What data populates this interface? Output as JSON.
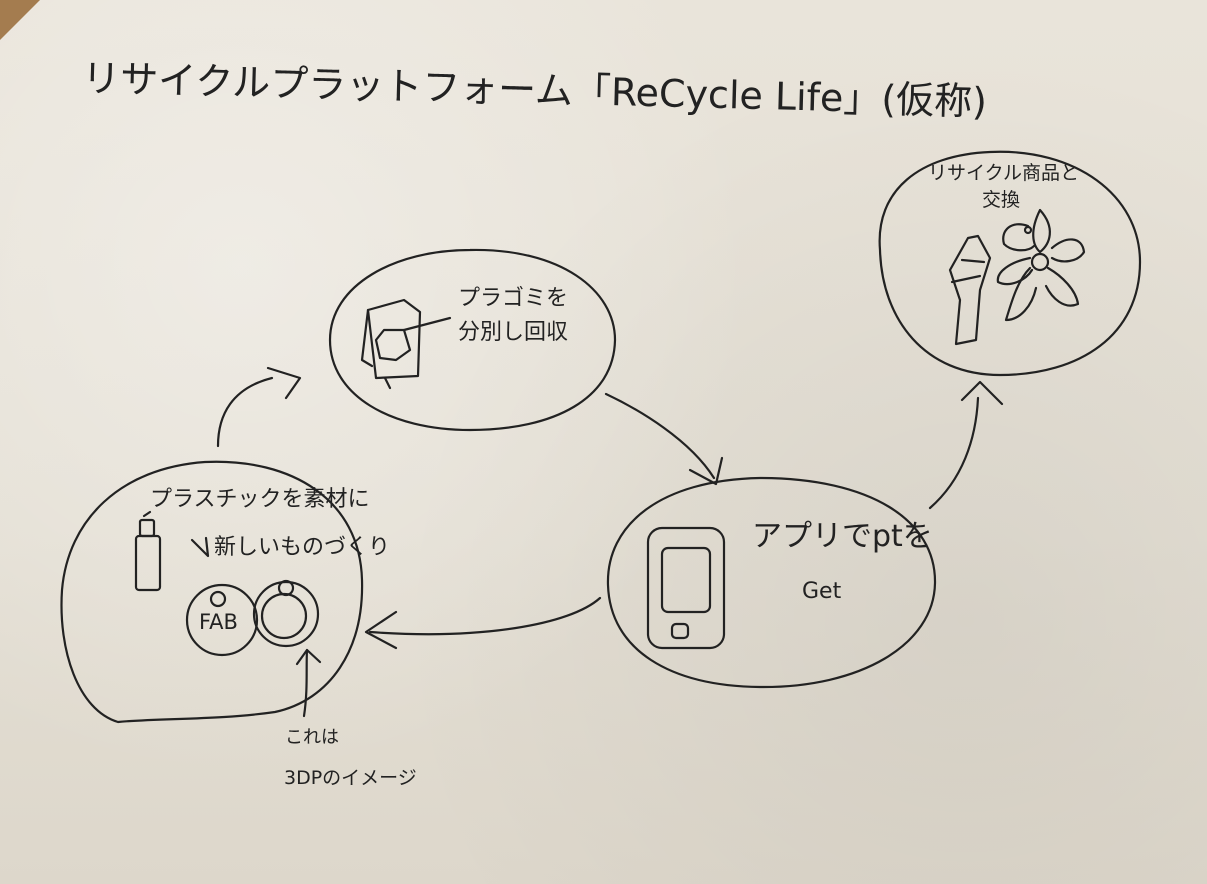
{
  "title": "リサイクルプラットフォーム「ReCycle Life」(仮称)",
  "nodes": {
    "separate": {
      "line1": "プラゴミを",
      "line2": "分別し回収"
    },
    "goods": {
      "line1": "リサイクル商品と",
      "line2": "交換"
    },
    "app": {
      "line1": "アプリでptを",
      "line2": "Get"
    },
    "materials": {
      "line1": "プラスチックを素材に",
      "line2": "新しいものづくり",
      "fab_label": "FAB"
    }
  },
  "note": {
    "line1": "これは",
    "line2": "3DPのイメージ"
  },
  "colors": {
    "ink": "#222222",
    "paper": "#e6e1d6"
  }
}
